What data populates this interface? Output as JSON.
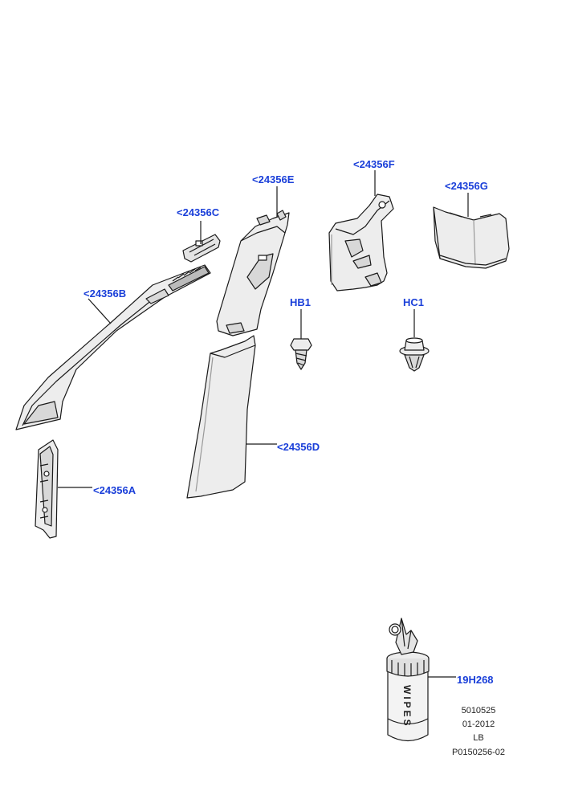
{
  "colors": {
    "callout": "#1a3fd9",
    "line": "#1a1a1a",
    "part_fill": "#ededed",
    "part_shade": "#d8d8d8"
  },
  "callouts": {
    "a": "<24356A",
    "b": "<24356B",
    "c": "<24356C",
    "d": "<24356D",
    "e": "<24356E",
    "f": "<24356F",
    "g": "<24356G",
    "hb1": "HB1",
    "hc1": "HC1",
    "wipes_part": "19H268"
  },
  "wipes_label": "WIPES",
  "meta": {
    "code": "5010525",
    "date": "01-2012",
    "region": "LB",
    "drawing": "P0150256-02"
  }
}
